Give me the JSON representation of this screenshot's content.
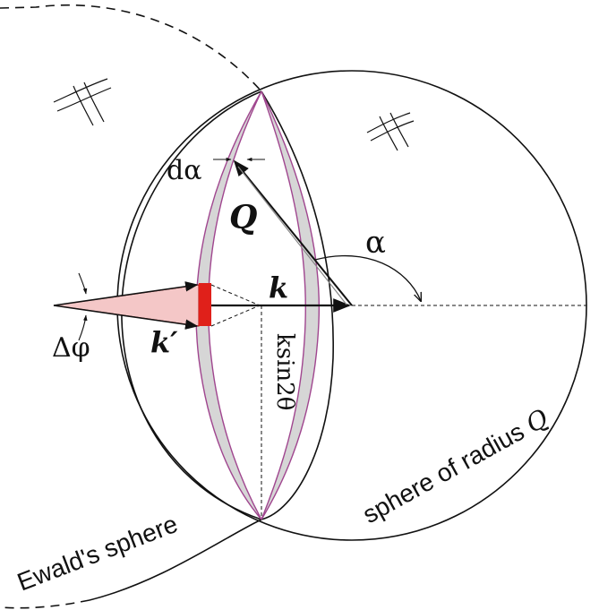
{
  "labels": {
    "d_alpha": "dα",
    "Q": "Q",
    "alpha": "α",
    "k": "k",
    "k_prime": "k′",
    "delta_phi": "Δφ",
    "k_sin": "ksin2θ",
    "sphere_radius_text": "sphere of radius ",
    "sphere_radius_symbol": "Q",
    "ewald": "Ewald's sphere"
  },
  "colors": {
    "line": "#111111",
    "band_fill": "#d6d6d6",
    "band_edge": "#a0468f",
    "wedge_fill": "#f4c7c7",
    "wedge_edge": "#b30000",
    "marker": "#e0201a"
  },
  "icons": {
    "lattice_marks": "crossed-lines-icon"
  }
}
